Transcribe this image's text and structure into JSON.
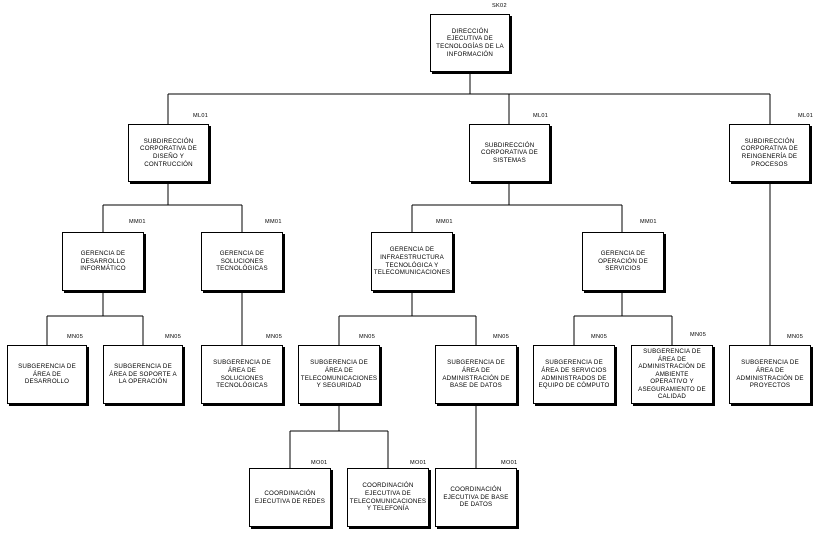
{
  "nodes": {
    "dir_ejecutiva": {
      "label": "DIRECCIÓN EJECUTIVA DE TECNOLOGÍAS DE LA INFORMACIÓN",
      "code": "SK02"
    },
    "sub_diseno": {
      "label": "SUBDIRECCIÓN CORPORATIVA DE DISEÑO Y CONTRUCCIÓN",
      "code": "ML01"
    },
    "sub_sistemas": {
      "label": "SUBDIRECCIÓN CORPORATIVA DE SISTEMAS",
      "code": "ML01"
    },
    "sub_reingenieria": {
      "label": "SUBDIRECCIÓN CORPORATIVA DE REINGENERÍA DE PROCESOS",
      "code": "ML01"
    },
    "ger_desarrollo": {
      "label": "GERENCIA DE DESARROLLO INFORMÁTICO",
      "code": "MM01"
    },
    "ger_soluciones": {
      "label": "GERENCIA DE SOLUCIONES TECNOLÓGICAS",
      "code": "MM01"
    },
    "ger_infra": {
      "label": "GERENCIA DE INFRAESTRUCTURA TECNOLÓGICA Y TELECOMUNICACIONES",
      "code": "MM01"
    },
    "ger_operacion": {
      "label": "GERENCIA DE OPERACIÓN DE SERVICIOS",
      "code": "MM01"
    },
    "subg_desarrollo": {
      "label": "SUBGERENCIA DE ÁREA DE DESARROLLO",
      "code": "MN05"
    },
    "subg_soporte": {
      "label": "SUBGERENCIA DE ÁREA DE SOPORTE A LA OPERACIÓN",
      "code": "MN05"
    },
    "subg_soluciones": {
      "label": "SUBGERENCIA DE ÁREA DE SOLUCIONES TECNOLÓGICAS",
      "code": "MN05"
    },
    "subg_telecom": {
      "label": "SUBGERENCIA DE ÁREA DE TELECOMUNICACIONES Y SEGURIDAD",
      "code": "MN05"
    },
    "subg_bd": {
      "label": "SUBGERENCIA DE ÁREA DE ADMINISTRACIÓN DE BASE DE DATOS",
      "code": "MN05"
    },
    "subg_computo": {
      "label": "SUBGERENCIA DE ÁREA DE SERVICIOS ADMINISTRADOS DE EQUIPO DE CÓMPUTO",
      "code": "MN05"
    },
    "subg_ambiente": {
      "label": "SUBGERENCIA DE ÁREA DE ADMINISTRACIÓN DE AMBIENTE OPERATIVO Y ASEGURAMIENTO DE CALIDAD",
      "code": "MN05"
    },
    "subg_proyectos": {
      "label": "SUBGERENCIA DE ÁREA DE ADMINISTRACIÓN DE PROYECTOS",
      "code": "MN05"
    },
    "coord_redes": {
      "label": "COORDINACIÓN EJECUTIVA DE REDES",
      "code": "MO01"
    },
    "coord_telecom": {
      "label": "COORDINACIÓN EJECUTIVA DE TELECOMUNICACIONES Y TELEFONÍA",
      "code": "MO01"
    },
    "coord_bd": {
      "label": "COORDINACIÓN EJECUTIVA DE BASE DE DATOS",
      "code": "MO01"
    }
  }
}
